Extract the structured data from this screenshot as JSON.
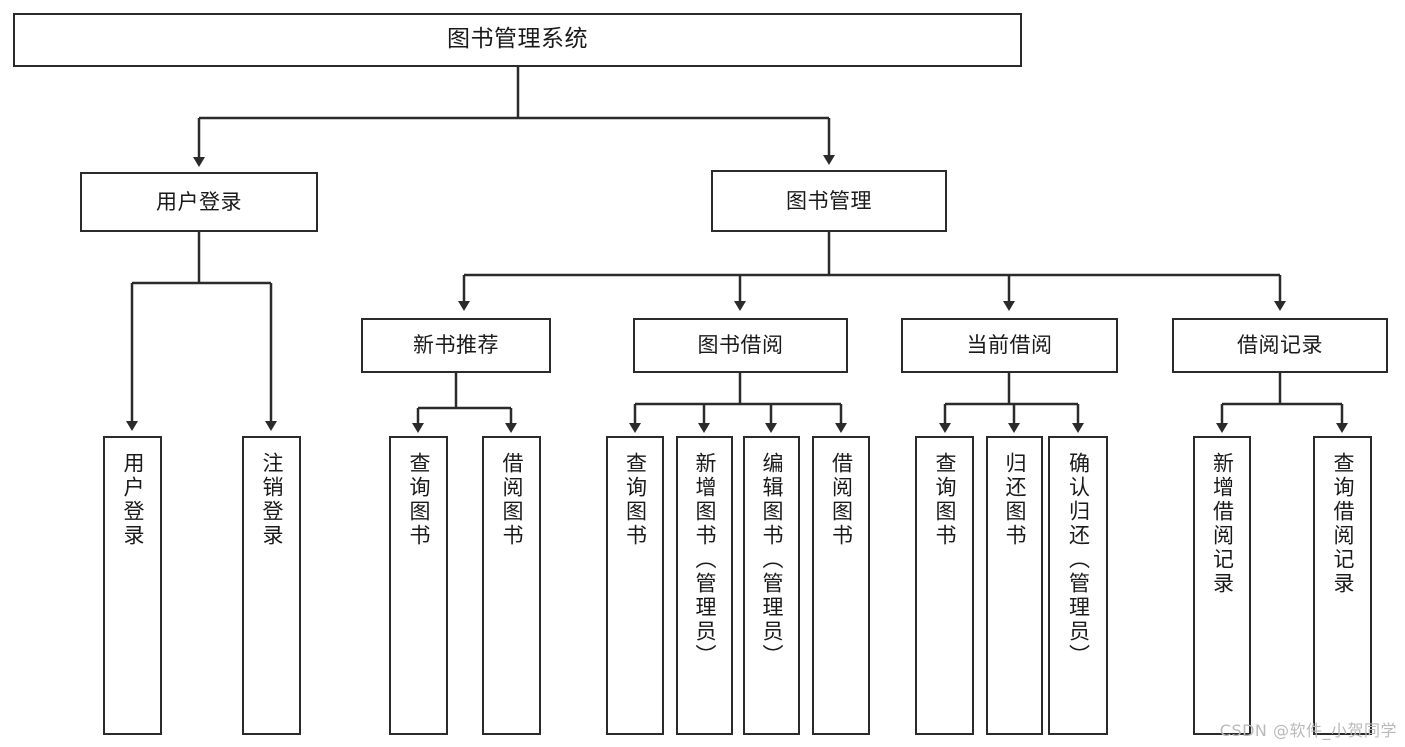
{
  "diagram": {
    "type": "tree-hierarchy",
    "title_node": {
      "label": "图书管理系统"
    },
    "level1": [
      {
        "label": "用户登录"
      },
      {
        "label": "图书管理"
      }
    ],
    "level2": [
      {
        "label": "新书推荐"
      },
      {
        "label": "图书借阅"
      },
      {
        "label": "当前借阅"
      },
      {
        "label": "借阅记录"
      }
    ],
    "leaves": {
      "user_login": [
        {
          "label": "用户登录"
        },
        {
          "label": "注销登录"
        }
      ],
      "new_book_recommend": [
        {
          "label": "查询图书"
        },
        {
          "label": "借阅图书"
        }
      ],
      "book_borrow": [
        {
          "label": "查询图书"
        },
        {
          "label": "新增图书（管理员）"
        },
        {
          "label": "编辑图书（管理员）"
        },
        {
          "label": "借阅图书"
        }
      ],
      "current_borrow": [
        {
          "label": "查询图书"
        },
        {
          "label": "归还图书"
        },
        {
          "label": "确认归还（管理员）"
        }
      ],
      "borrow_record": [
        {
          "label": "新增借阅记录"
        },
        {
          "label": "查询借阅记录"
        }
      ]
    }
  },
  "watermark": {
    "text": "CSDN @软件_小贺同学"
  },
  "colors": {
    "stroke": "#2b2b2b",
    "fill": "#ffffff",
    "text": "#1a1a1a",
    "watermark": "#b9b9b9"
  }
}
